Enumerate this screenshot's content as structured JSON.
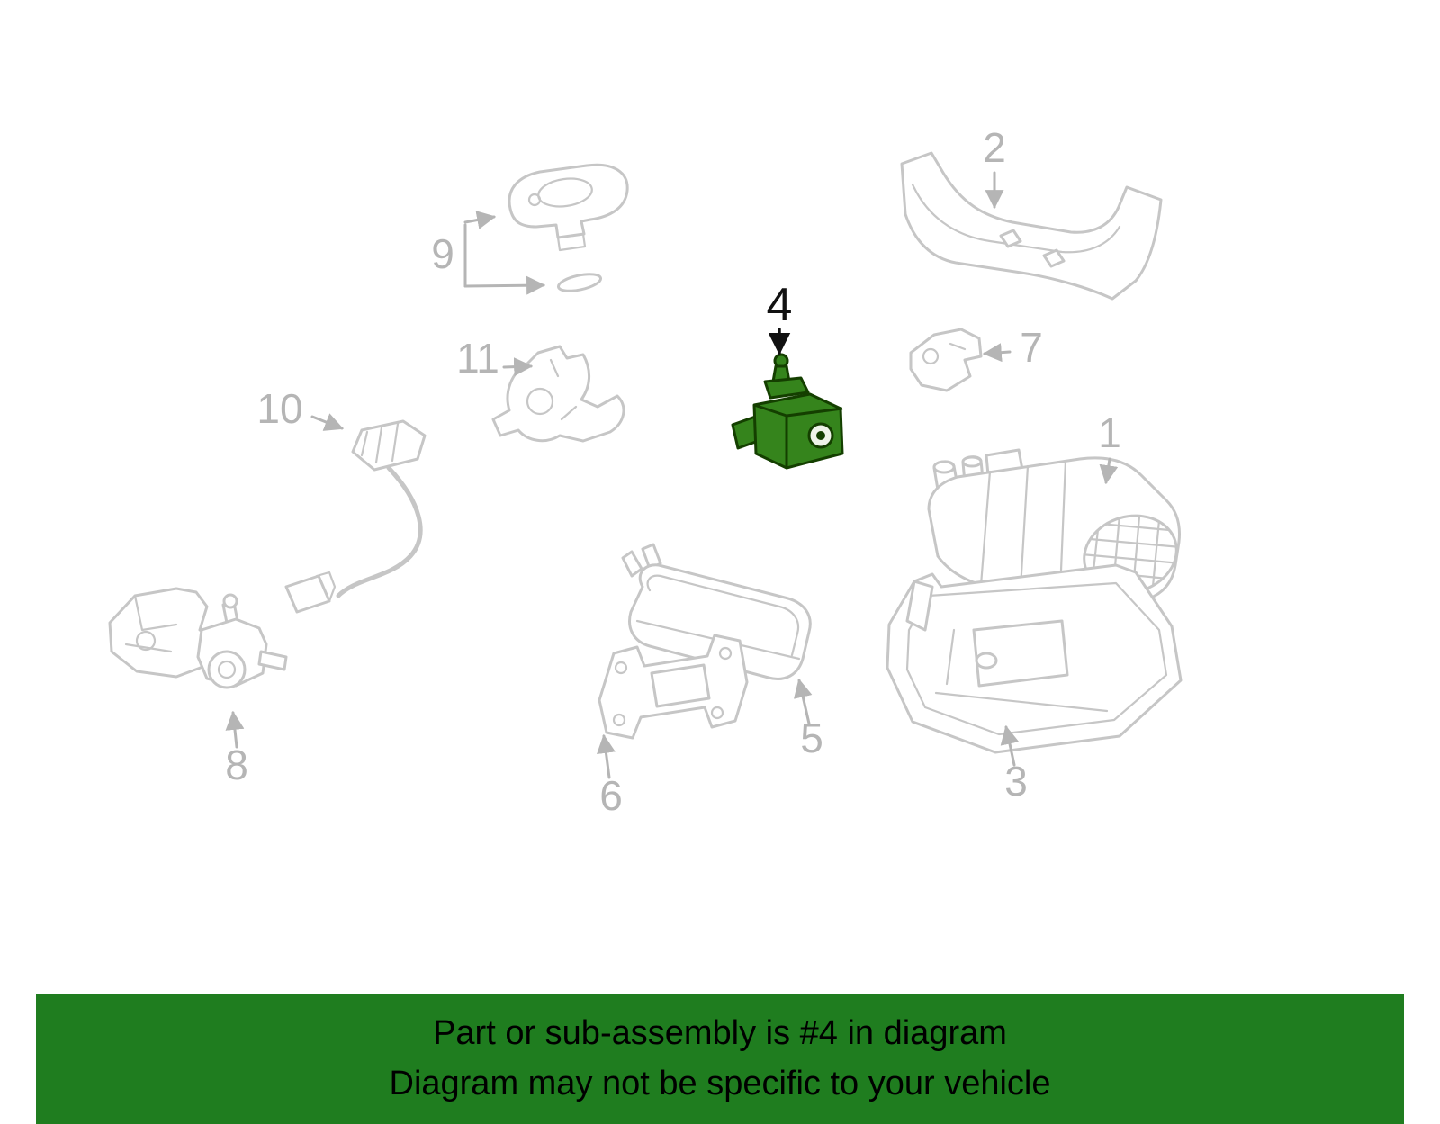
{
  "diagram": {
    "type": "exploded-parts-diagram",
    "highlighted_part": "4",
    "labels": {
      "part1": "1",
      "part2": "2",
      "part3": "3",
      "part4": "4",
      "part5": "5",
      "part6": "6",
      "part7": "7",
      "part8": "8",
      "part9": "9",
      "part10": "10",
      "part11": "11"
    },
    "colors": {
      "line": "#c6c6c6",
      "label": "#b5b5b5",
      "callout": "#111111",
      "highlight_fill": "#35841c",
      "highlight_stroke": "#143f00"
    }
  },
  "banner": {
    "line1": "Part or sub-assembly is #4 in diagram",
    "line2": "Diagram may not be specific to your vehicle",
    "background": "#1f7d1f",
    "text_color": "#000000"
  }
}
